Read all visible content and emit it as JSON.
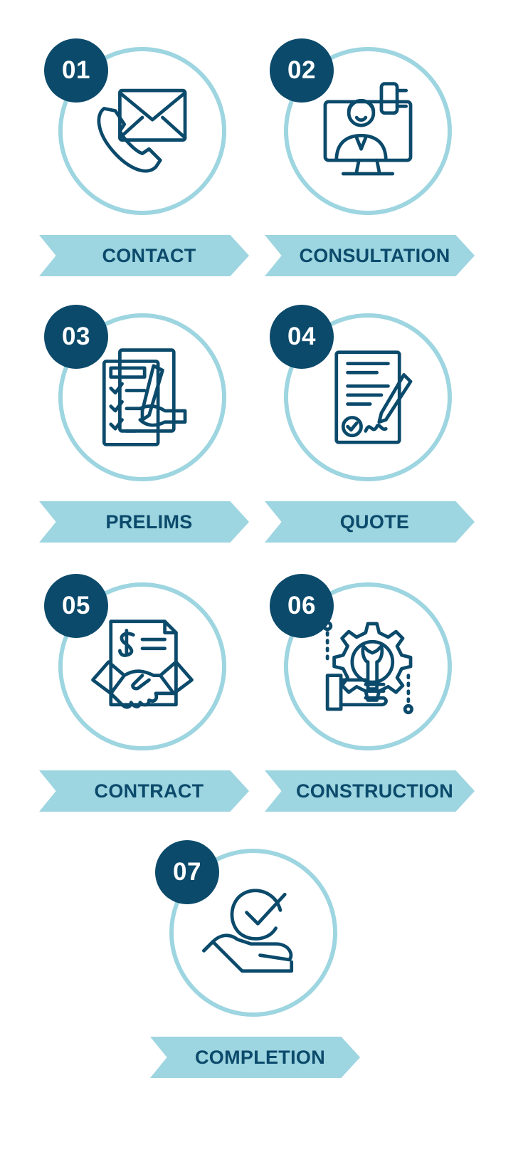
{
  "colors": {
    "primary": "#0b4a6b",
    "accent": "#9dd5e0",
    "background": "#ffffff"
  },
  "steps": [
    {
      "number": "01",
      "label": "CONTACT",
      "icon": "envelope-phone-icon"
    },
    {
      "number": "02",
      "label": "CONSULTATION",
      "icon": "video-consultant-icon"
    },
    {
      "number": "03",
      "label": "PRELIMS",
      "icon": "checklist-signing-icon"
    },
    {
      "number": "04",
      "label": "QUOTE",
      "icon": "signed-document-icon"
    },
    {
      "number": "05",
      "label": "CONTRACT",
      "icon": "contract-handshake-icon"
    },
    {
      "number": "06",
      "label": "CONSTRUCTION",
      "icon": "gear-wrench-icon"
    },
    {
      "number": "07",
      "label": "COMPLETION",
      "icon": "hand-checkmark-icon"
    }
  ]
}
